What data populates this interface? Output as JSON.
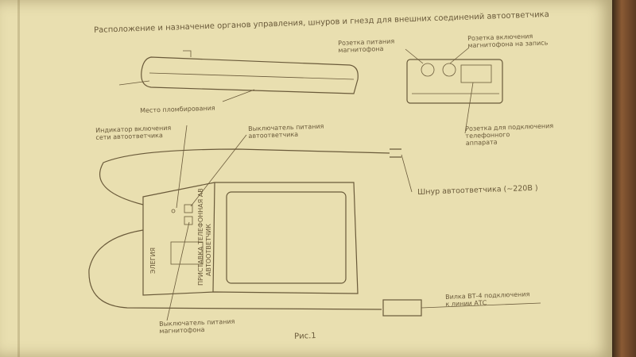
{
  "title": "Расположение и назначение органов управления, шнуров и гнезд для внешних соединений автоответчика",
  "labels": {
    "sealing_place": "Место пломбирования",
    "socket_recorder_power": [
      "Розетка питания",
      "магнитофона"
    ],
    "socket_recording_enable": [
      "Розетка включения",
      "магнитофона на запись"
    ],
    "socket_phone": [
      "Розетка для подключения",
      "телефонного",
      "аппарата"
    ],
    "indicator": [
      "Индикатор включения",
      "сети автоответчика"
    ],
    "power_switch": [
      "Выключатель питания",
      "автоответчика"
    ],
    "cord": "Шнур автоответчика (~220В )",
    "plug": [
      "Вилка ВТ-4 подключения",
      "к линии АТС"
    ],
    "recorder_power_switch": [
      "Выключатель питания",
      "магнитофона"
    ]
  },
  "device_text": {
    "brand": "ЭЛЕГИЯ",
    "model": "ПРИСТАВКА ТЕЛЕФОННАЯ АВ",
    "model2": "АВТООТВЕТЧИК"
  },
  "caption": "Рис.1",
  "colors": {
    "paper": "#e9dfb0",
    "ink": "#6a5a3a"
  }
}
